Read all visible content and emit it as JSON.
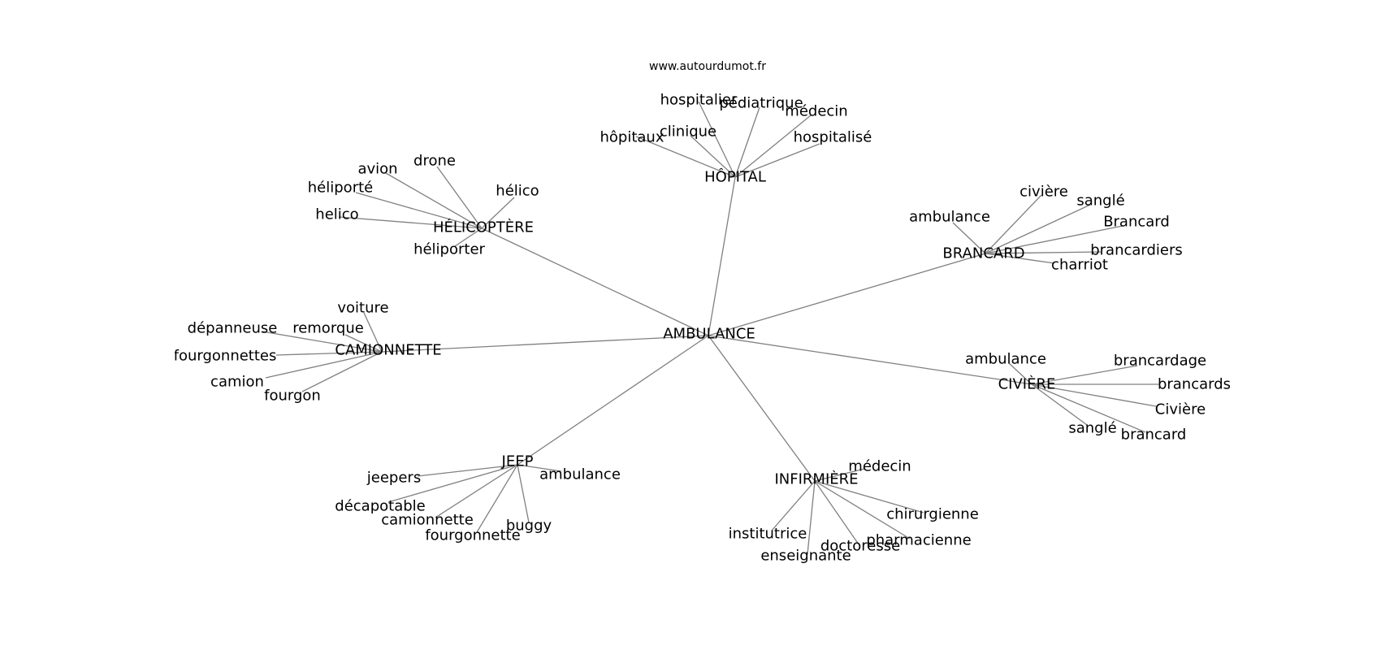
{
  "title": "www.autourdumot.fr",
  "colors": {
    "edge": "#808080",
    "text": "#000000",
    "background": "#ffffff"
  },
  "center": "AMBULANCE",
  "hubs": [
    {
      "label": "HÔPITAL",
      "children": [
        "hôpitaux",
        "clinique",
        "hospitalier",
        "pédiatrique",
        "médecin",
        "hospitalisé"
      ]
    },
    {
      "label": "HÉLICOPTÈRE",
      "children": [
        "avion",
        "drone",
        "héliporté",
        "helico",
        "hélico",
        "héliporter"
      ]
    },
    {
      "label": "BRANCARD",
      "children": [
        "ambulance",
        "civière",
        "sanglé",
        "Brancard",
        "brancardiers",
        "charriot"
      ]
    },
    {
      "label": "CAMIONNETTE",
      "children": [
        "voiture",
        "remorque",
        "dépanneuse",
        "fourgonnettes",
        "camion",
        "fourgon"
      ]
    },
    {
      "label": "CIVIÈRE",
      "children": [
        "ambulance",
        "brancardage",
        "brancards",
        "Civière",
        "sanglé",
        "brancard"
      ]
    },
    {
      "label": "JEEP",
      "children": [
        "jeepers",
        "décapotable",
        "camionnette",
        "fourgonnette",
        "buggy",
        "ambulance"
      ]
    },
    {
      "label": "INFIRMIÈRE",
      "children": [
        "médecin",
        "chirurgienne",
        "pharmacienne",
        "doctoresse",
        "enseignante",
        "institutrice"
      ]
    }
  ]
}
